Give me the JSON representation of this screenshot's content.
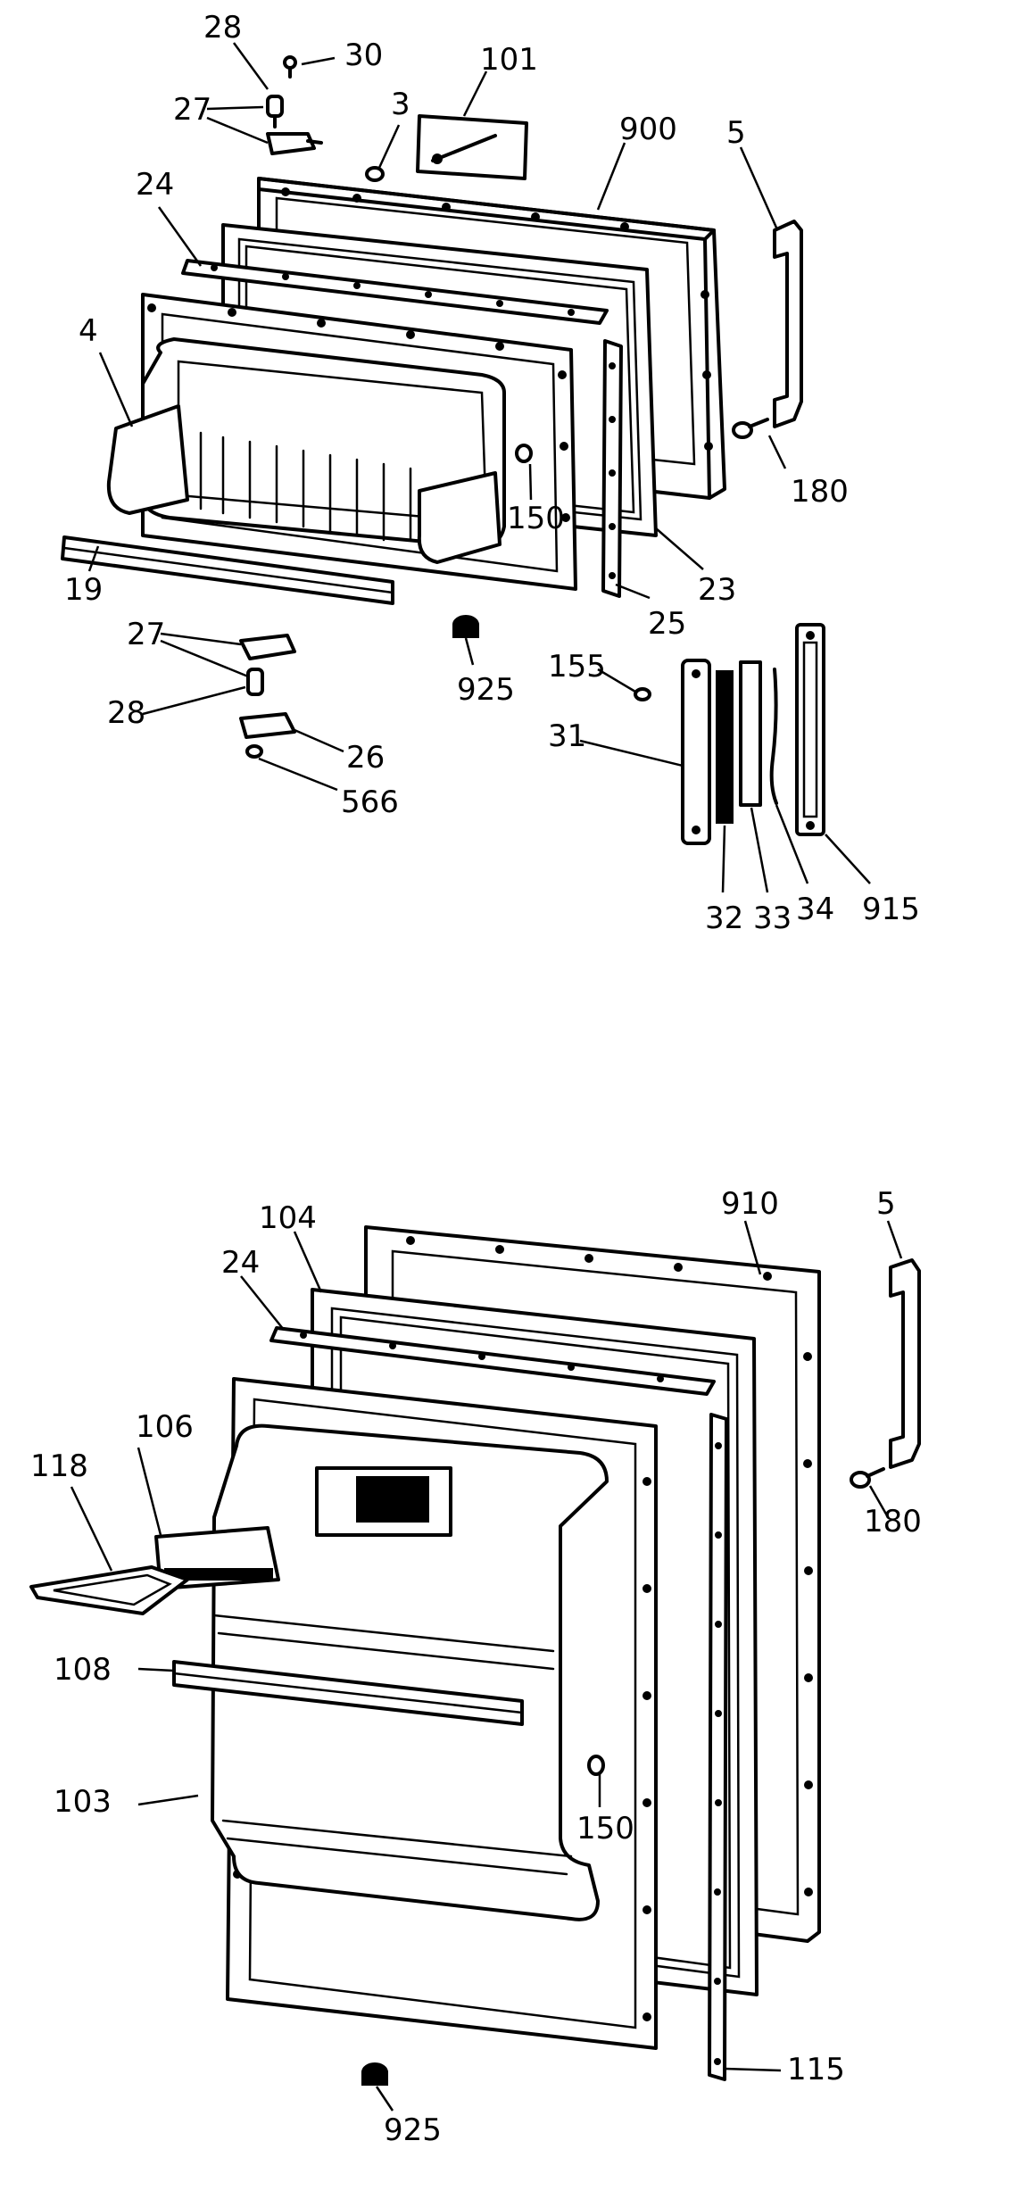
{
  "labels": {
    "top": {
      "p28": "28",
      "p30": "30",
      "p27": "27",
      "p101": "101",
      "p3": "3",
      "p900": "900",
      "p5": "5",
      "p24": "24",
      "p4": "4",
      "p180": "180",
      "p150": "150",
      "p19": "19",
      "p23": "23",
      "p25": "25",
      "p925": "925",
      "p27b": "27",
      "p28b": "28",
      "p155": "155",
      "p26": "26",
      "p31": "31",
      "p566": "566",
      "p32": "32",
      "p33": "33",
      "p34": "34",
      "p915": "915"
    },
    "bottom": {
      "p910": "910",
      "p5": "5",
      "p104": "104",
      "p24": "24",
      "p106": "106",
      "p118": "118",
      "p180": "180",
      "p108": "108",
      "p103": "103",
      "p150": "150",
      "p115": "115",
      "p925": "925"
    }
  }
}
